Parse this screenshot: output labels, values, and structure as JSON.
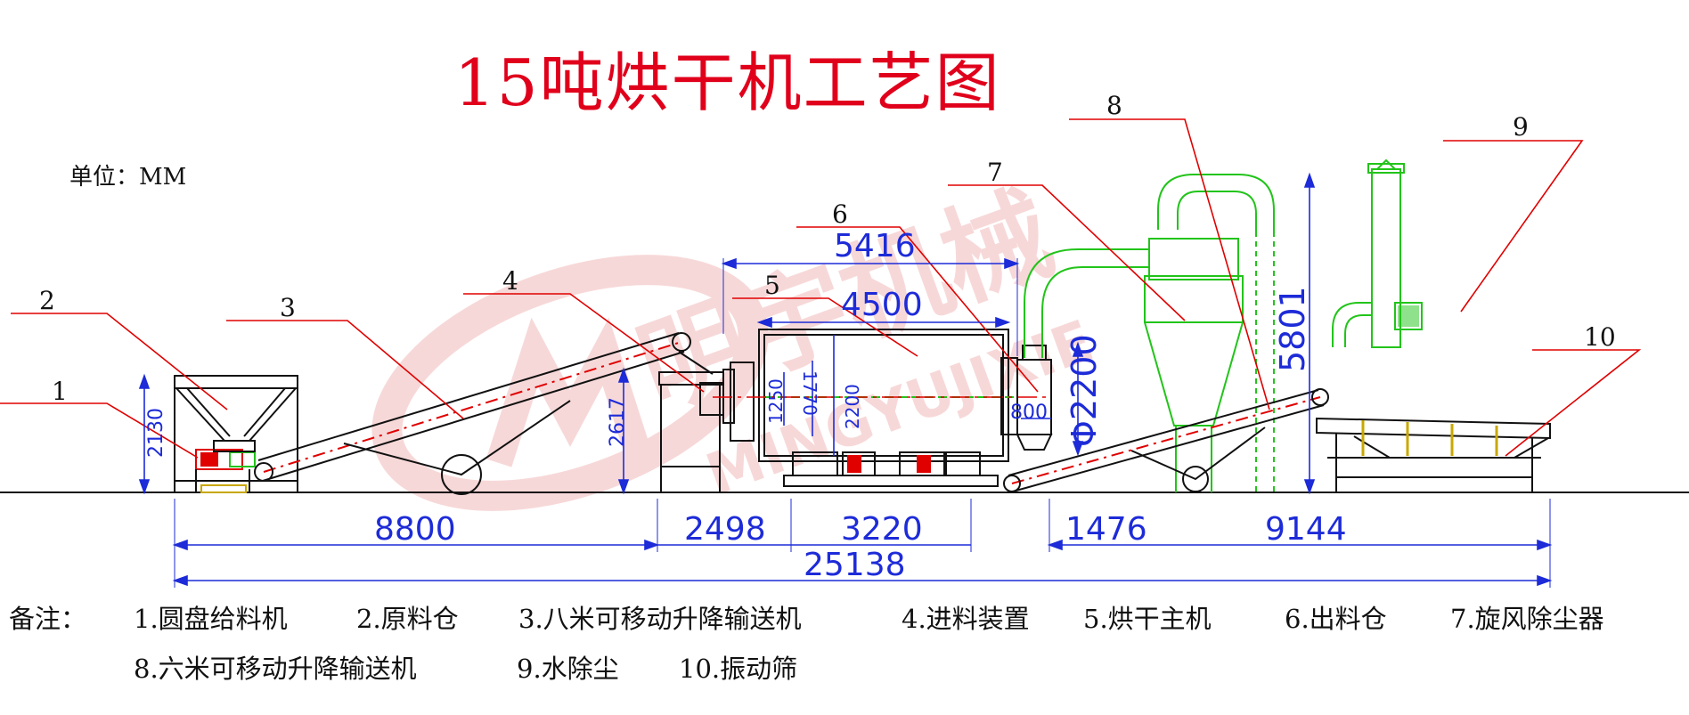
{
  "title": "15吨烘干机工艺图",
  "unit": "单位：MM",
  "watermark": {
    "cn": "明宇机械",
    "en": "MINGYUJIXIE",
    "color": "#f2b9b9"
  },
  "colors": {
    "leader": "#e00000",
    "dimension": "#1d2bd8",
    "structure": "#111111",
    "cyclone": "#22c41a",
    "centerline": "#e00000"
  },
  "callouts": [
    "1",
    "2",
    "3",
    "4",
    "5",
    "6",
    "7",
    "8",
    "9",
    "10"
  ],
  "dimensions": {
    "d5416": "5416",
    "d4500": "4500",
    "d5801": "5801",
    "d2200big": "Φ2200",
    "d2130": "2130",
    "d2617": "2617",
    "d1250": "1250",
    "d1770": "1770",
    "d2200": "2200",
    "d800": "800",
    "d8800": "8800",
    "d2498": "2498",
    "d3220": "3220",
    "d1476": "1476",
    "d9144": "9144",
    "d25138": "25138"
  },
  "notes": {
    "label": "备注：",
    "line1": [
      "1.圆盘给料机",
      "2.原料仓",
      "3.八米可移动升降输送机",
      "4.进料装置",
      "5.烘干主机",
      "6.出料仓",
      "7.旋风除尘器"
    ],
    "line2": [
      "8.六米可移动升降输送机",
      "9.水除尘",
      "10.振动筛"
    ]
  }
}
